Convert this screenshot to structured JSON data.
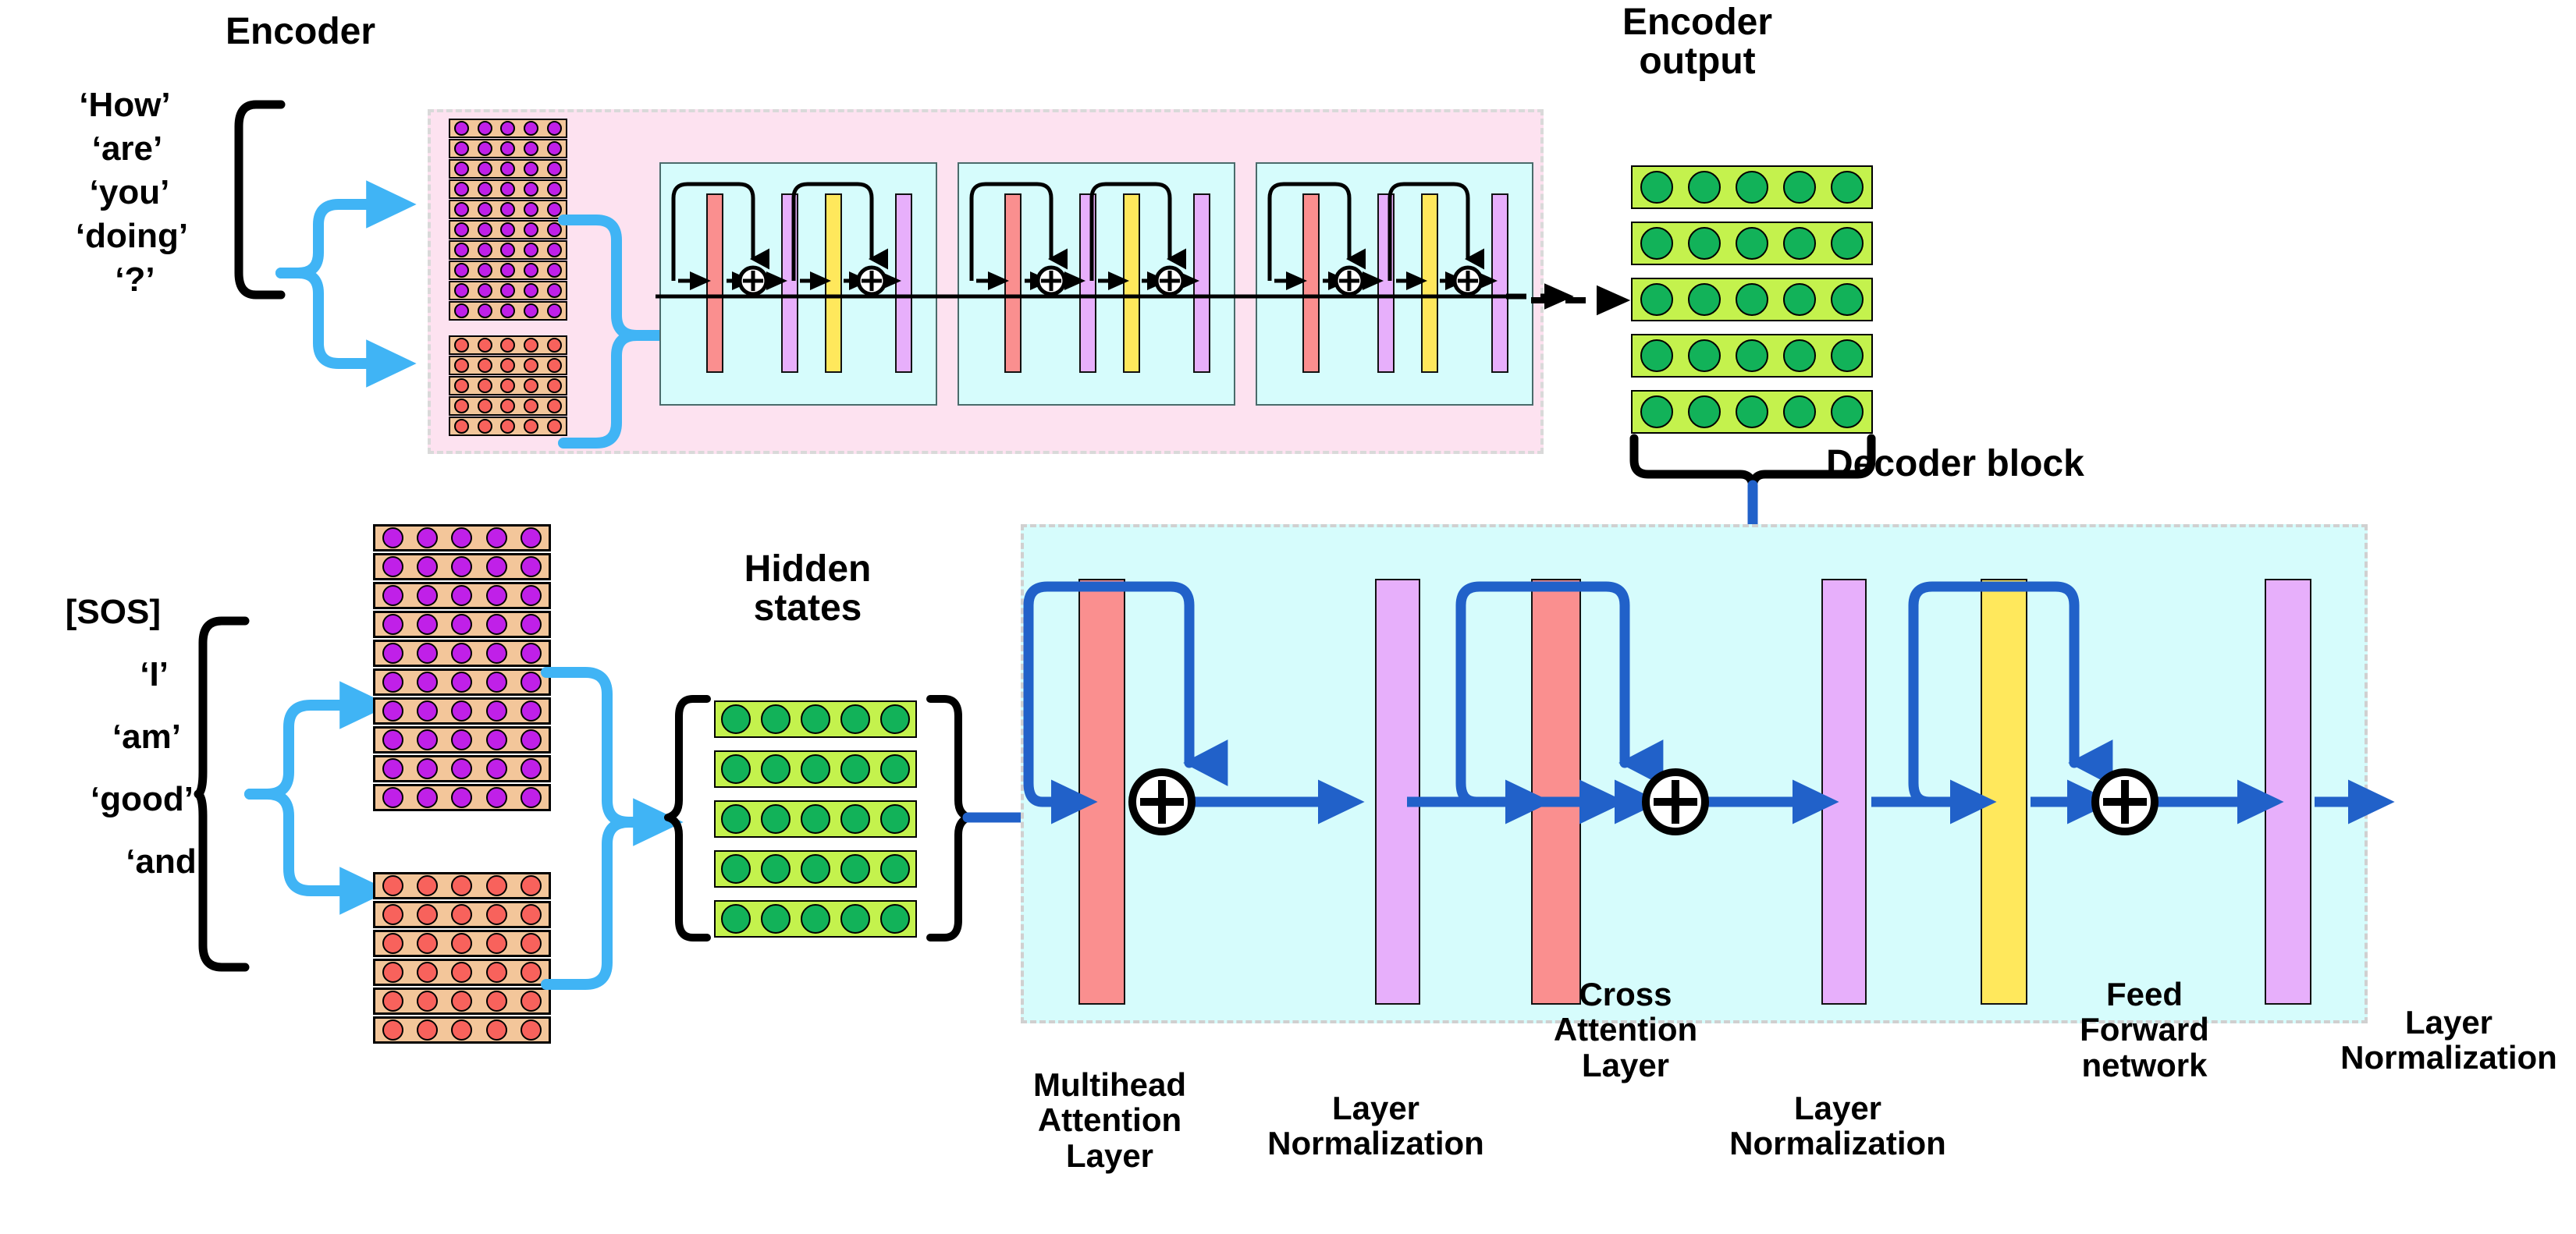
{
  "titles": {
    "encoder": "Encoder",
    "encoder_output_line1": "Encoder",
    "encoder_output_line2": "output",
    "decoder_block": "Decoder block",
    "hidden_states_line1": "Hidden",
    "hidden_states_line2": "states"
  },
  "encoder_input_tokens": [
    "‘How’",
    "‘are’",
    "‘you’",
    "‘doing’",
    "‘?’"
  ],
  "decoder_input_tokens": [
    "[SOS]",
    "‘I’",
    "‘am’",
    "‘good’",
    "‘and’"
  ],
  "decoder_labels": {
    "multihead_attention": "Multihead\nAttention\nLayer",
    "layer_norm_1": "Layer\nNormalization",
    "cross_attention": "Cross\nAttention\nLayer",
    "layer_norm_2": "Layer\nNormalization",
    "feed_forward": "Feed\nForward\nnetwork",
    "layer_norm_3": "Layer\nNormalization"
  },
  "decoder_label_text": {
    "multihead_attention": [
      "Multihead",
      "Attention",
      "Layer"
    ],
    "layer_norm_1": [
      "Layer",
      "Normalization"
    ],
    "cross_attention": [
      "Cross",
      "Attention",
      "Layer"
    ],
    "layer_norm_2": [
      "Layer",
      "Normalization"
    ],
    "feed_forward": [
      "Feed",
      "Forward",
      "network"
    ],
    "layer_norm_3": [
      "Layer",
      "Normalization"
    ]
  },
  "grids": {
    "encoder_embedding_purple": {
      "rows": 10,
      "cols": 5,
      "dot_color": "#C020E8",
      "tray_color": "#F3C69A"
    },
    "encoder_embedding_red": {
      "rows": 5,
      "cols": 5,
      "dot_color": "#F8625C",
      "tray_color": "#F3C69A"
    },
    "decoder_embedding_purple": {
      "rows": 10,
      "cols": 5,
      "dot_color": "#C020E8",
      "tray_color": "#F3C69A"
    },
    "decoder_embedding_red": {
      "rows": 6,
      "cols": 5,
      "dot_color": "#F8625C",
      "tray_color": "#F3C69A"
    },
    "encoder_output": {
      "rows": 5,
      "cols": 5,
      "dot_color": "#12B259",
      "tray_color": "#C4F24D"
    },
    "hidden_states": {
      "rows": 5,
      "cols": 5,
      "dot_color": "#12B259",
      "tray_color": "#C4F24D"
    }
  },
  "encoder": {
    "num_blocks": 3,
    "block_components": [
      "attention",
      "residual-add",
      "layer-norm",
      "feed-forward",
      "residual-add",
      "layer-norm"
    ],
    "plus_symbol": "⊕"
  },
  "decoder": {
    "components": [
      "attention",
      "residual-add",
      "layer-norm",
      "cross-attention",
      "residual-add",
      "layer-norm",
      "feed-forward",
      "residual-add",
      "layer-norm"
    ],
    "plus_symbol": "⊕"
  },
  "colors": {
    "attention_bar": "#FA8F8F",
    "layer_norm_bar": "#E7AFFB",
    "feed_forward_bar": "#FFE85C",
    "encoder_panel_bg": "#FDE2F0",
    "encoder_sub_bg": "#D6FCFC",
    "decoder_panel_bg": "#D6FCFC",
    "dashed_border": "#D5D5D5",
    "light_blue_arrow": "#40B4F5",
    "dark_blue_arrow": "#2161C9",
    "black_arrow": "#000000"
  }
}
